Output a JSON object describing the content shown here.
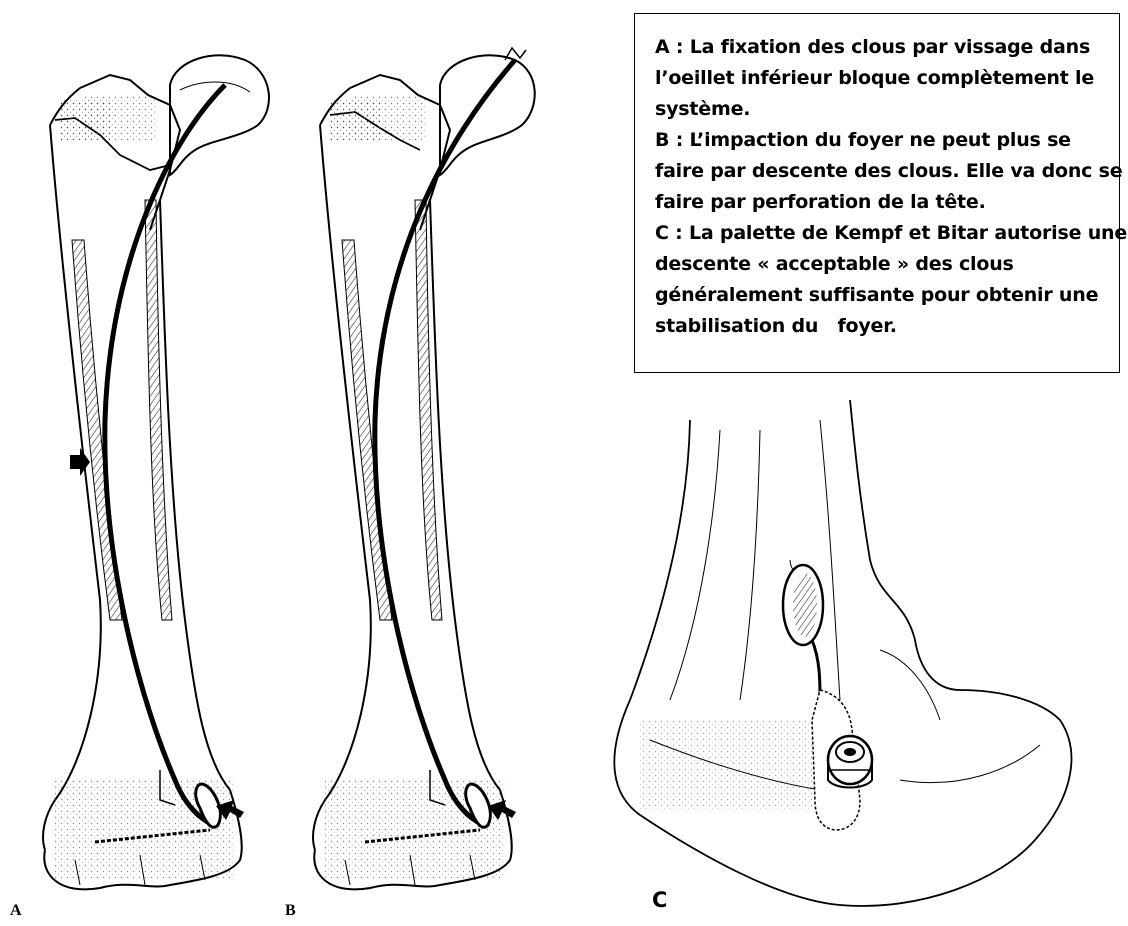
{
  "caption": {
    "lines": [
      "A : La fixation des clous par vissage dans",
      "l’oeillet inférieur bloque complètement le",
      "système.",
      "B : L’impaction du foyer ne peut plus se",
      "faire par descente des clous. Elle va donc se",
      "faire par perforation de la tête.",
      "C : La palette de Kempf et Bitar autorise une",
      "descente « acceptable » des clous",
      "généralement suffisante pour obtenir une",
      "stabilisation du   foyer."
    ]
  },
  "panels": {
    "a": {
      "label": "A"
    },
    "b": {
      "label": "B"
    },
    "c": {
      "label": "C"
    }
  },
  "colors": {
    "ink": "#000000",
    "paper": "#ffffff",
    "hatch": "#555555"
  }
}
